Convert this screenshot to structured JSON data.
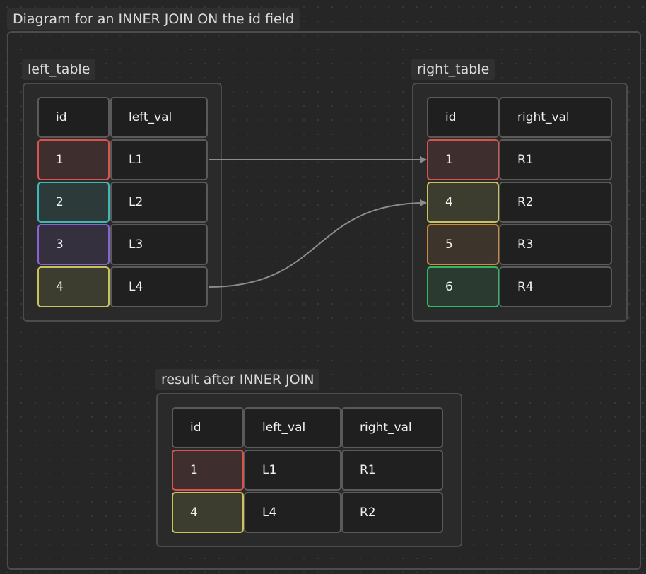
{
  "title": "Diagram for an INNER JOIN ON the id field",
  "left_table": {
    "label": "left_table",
    "headers": [
      "id",
      "left_val"
    ],
    "rows": [
      [
        "1",
        "L1"
      ],
      [
        "2",
        "L2"
      ],
      [
        "3",
        "L3"
      ],
      [
        "4",
        "L4"
      ]
    ]
  },
  "right_table": {
    "label": "right_table",
    "headers": [
      "id",
      "right_val"
    ],
    "rows": [
      [
        "1",
        "R1"
      ],
      [
        "4",
        "R2"
      ],
      [
        "5",
        "R3"
      ],
      [
        "6",
        "R4"
      ]
    ]
  },
  "result_table": {
    "label": "result after INNER JOIN",
    "headers": [
      "id",
      "left_val",
      "right_val"
    ],
    "rows": [
      [
        "1",
        "L1",
        "R1"
      ],
      [
        "4",
        "L4",
        "R2"
      ]
    ]
  },
  "colors": {
    "id_1": "#d9534f",
    "id_2": "#3fb8b8",
    "id_3": "#8a63d2",
    "id_4": "#c8c35a",
    "id_5": "#d08a3a",
    "id_6": "#2fb866",
    "connector": "#8c8c8c"
  }
}
